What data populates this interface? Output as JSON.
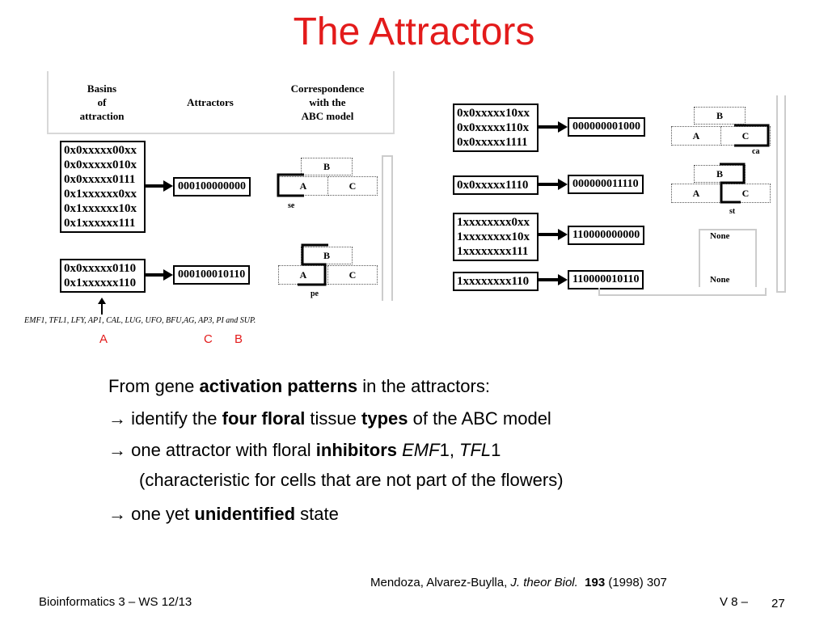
{
  "slide": {
    "title": "The Attractors"
  },
  "figure": {
    "headers": {
      "basins": "Basins\nof\nattraction",
      "attractors": "Attractors",
      "correspondence": "Correspondence\nwith the\nABC model"
    },
    "left_groups": [
      {
        "basins": [
          "0x0xxxxx00xx",
          "0x0xxxxx010x",
          "0x0xxxxx0111",
          "0x1xxxxxx0xx",
          "0x1xxxxxx10x",
          "0x1xxxxxx111"
        ],
        "attractor": "000100000000",
        "model_label": "se"
      },
      {
        "basins": [
          "0x0xxxxx0110",
          "0x1xxxxxx110"
        ],
        "attractor": "000100010110",
        "model_label": "pe"
      }
    ],
    "right_groups": [
      {
        "basins": [
          "0x0xxxxx10xx",
          "0x0xxxxx110x",
          "0x0xxxxx1111"
        ],
        "attractor": "000000001000",
        "model_label": "ca"
      },
      {
        "basins": [
          "0x0xxxxx1110"
        ],
        "attractor": "000000011110",
        "model_label": "st"
      },
      {
        "basins": [
          "1xxxxxxxx0xx",
          "1xxxxxxxx10x",
          "1xxxxxxxx111"
        ],
        "attractor": "110000000000",
        "model_label": "None"
      },
      {
        "basins": [
          "1xxxxxxxx110"
        ],
        "attractor": "110000010110",
        "model_label": "None"
      }
    ],
    "abc": {
      "a": "A",
      "b": "B",
      "c": "C"
    },
    "gene_list": "EMF1, TFL1, LFY, AP1, CAL, LUG, UFO, BFU,AG, AP3, PI and SUP.",
    "markers": {
      "a": "A",
      "c": "C",
      "b": "B"
    }
  },
  "text": {
    "line1_pre": "From gene ",
    "line1_bold": "activation patterns",
    "line1_post": " in the attractors:",
    "line2_pre": "→ identify the ",
    "line2_bold1": "four floral",
    "line2_mid": " tissue ",
    "line2_bold2": "types",
    "line2_post": " of the ABC model",
    "line3_pre": "→ one attractor with floral ",
    "line3_bold": "inhibitors",
    "line3_it1": "EMF",
    "line3_num1": "1, ",
    "line3_it2": "TFL",
    "line3_num2": "1",
    "line4": "(characteristic for cells that are not part of the flowers)",
    "line5_pre": "→ one yet ",
    "line5_bold": "unidentified",
    "line5_post": " state"
  },
  "citation": {
    "authors": "Mendoza,  Alvarez-Buylla, ",
    "journal": "J. theor Biol.",
    "volume": "193",
    "rest": " (1998) 307"
  },
  "footer": {
    "left": "Bioinformatics 3 – WS 12/13",
    "center": "V 8  –",
    "page": "27"
  }
}
